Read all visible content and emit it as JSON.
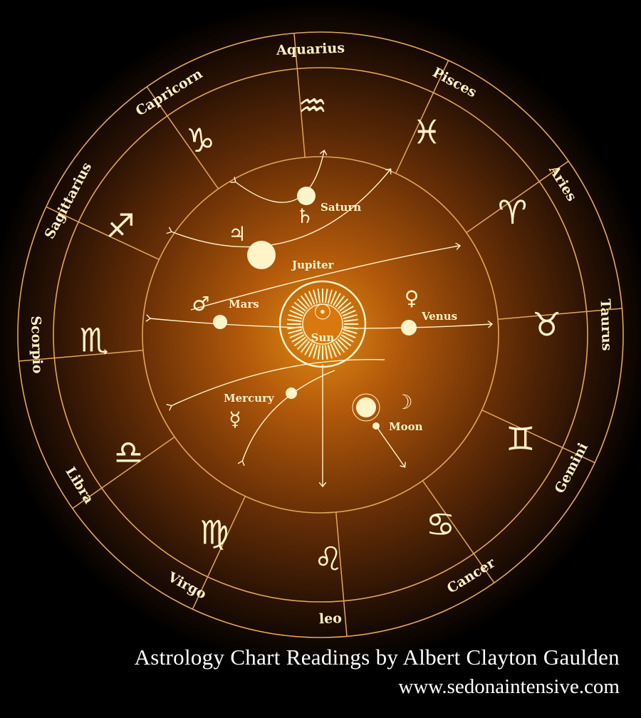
{
  "signs": [
    {
      "name": "Aquarius",
      "glyph": "♒"
    },
    {
      "name": "Pisces",
      "glyph": "♓"
    },
    {
      "name": "Aries",
      "glyph": "♈"
    },
    {
      "name": "Taurus",
      "glyph": "♉"
    },
    {
      "name": "Gemini",
      "glyph": "♊"
    },
    {
      "name": "Cancer",
      "glyph": "♋"
    },
    {
      "name": "leo",
      "glyph": "♌"
    },
    {
      "name": "Virgo",
      "glyph": "♍"
    },
    {
      "name": "Libra",
      "glyph": "♎"
    },
    {
      "name": "Scorpio",
      "glyph": "♏"
    },
    {
      "name": "Sagittarius",
      "glyph": "♐"
    },
    {
      "name": "Capricorn",
      "glyph": "♑"
    }
  ],
  "planets": [
    {
      "name": "Sun",
      "glyph": "☉"
    },
    {
      "name": "Saturn",
      "glyph": "♄"
    },
    {
      "name": "Jupiter",
      "glyph": "♃"
    },
    {
      "name": "Mars",
      "glyph": "♂"
    },
    {
      "name": "Venus",
      "glyph": "♀"
    },
    {
      "name": "Mercury",
      "glyph": "☿"
    },
    {
      "name": "Moon",
      "glyph": "☽"
    }
  ],
  "footer": {
    "title": "Astrology Chart Readings by Albert Clayton Gaulden",
    "url": "www.sedonaintensive.com"
  },
  "colors": {
    "line": "#e2a656",
    "text": "#fff3c8",
    "background": "#000000",
    "glow": "#e08a14"
  }
}
